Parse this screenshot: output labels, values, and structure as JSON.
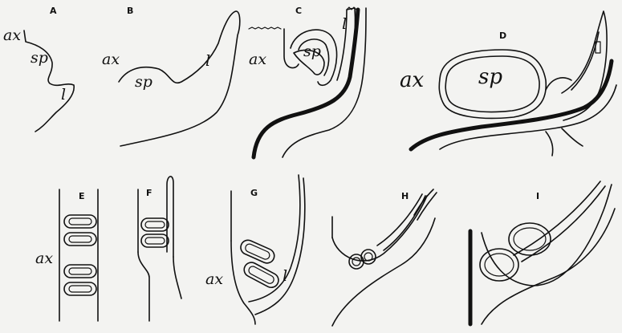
{
  "panels": {
    "A": {
      "letter": "A",
      "labels": {
        "ax": "ax",
        "sp": "sp",
        "l": "l"
      }
    },
    "B": {
      "letter": "B",
      "labels": {
        "ax": "ax",
        "sp": "sp",
        "l": "l"
      }
    },
    "C": {
      "letter": "C",
      "labels": {
        "ax": "ax",
        "sp": "sp",
        "l": "l"
      }
    },
    "D": {
      "letter": "D",
      "labels": {
        "ax": "ax",
        "sp": "sp"
      }
    },
    "E": {
      "letter": "E",
      "labels": {
        "ax": "ax"
      }
    },
    "F": {
      "letter": "F"
    },
    "G": {
      "letter": "G",
      "labels": {
        "ax": "ax",
        "l": "l"
      }
    },
    "H": {
      "letter": "H"
    },
    "I": {
      "letter": "I"
    }
  },
  "colors": {
    "ink": "#111111",
    "paper": "#f3f3f1"
  }
}
